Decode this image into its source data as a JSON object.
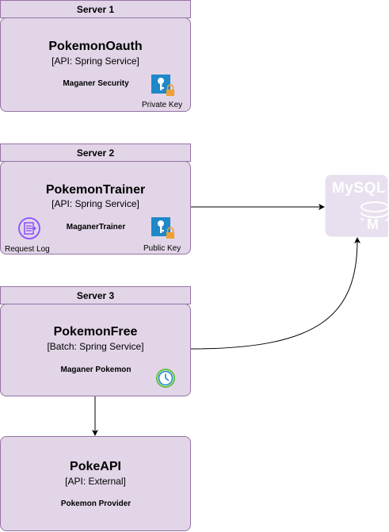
{
  "servers": [
    {
      "header": "Server 1",
      "title": "PokemonOauth",
      "subtitle": "[API: Spring Service]",
      "module": "Maganer Security",
      "key_label": "Private Key"
    },
    {
      "header": "Server 2",
      "title": "PokemonTrainer",
      "subtitle": "[API: Spring Service]",
      "module": "MaganerTrainer",
      "key_label": "Public Key",
      "log_label": "Request Log"
    },
    {
      "header": "Server 3",
      "title": "PokemonFree",
      "subtitle": "[Batch: Spring Service]",
      "module": "Maganer Pokemon"
    }
  ],
  "external": {
    "title": "PokeAPI",
    "subtitle": "[API: External]",
    "module": "Pokemon Provider"
  },
  "database": {
    "logo_text": "MySQL",
    "badge": "M",
    "icon": "mysql-database-icon"
  },
  "colors": {
    "container_fill": "#e1d5e7",
    "container_border": "#9673a6",
    "key_icon_blue": "#1e88c9",
    "lock_orange": "#f0a030",
    "clock_green": "#6cc24a",
    "log_purple": "#8c4fff",
    "mysql_logo": "#e8e0ee"
  }
}
